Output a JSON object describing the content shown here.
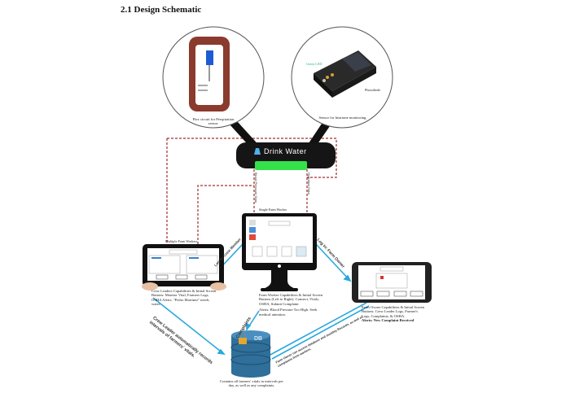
{
  "title": "2.1 Design Schematic",
  "sensors": {
    "perspiration_caption": "Flex circuit for Perspiration sensor.",
    "heartrate_caption": "Sensor for heartrate monitoring.",
    "heartrate_labels": [
      "Green LED",
      "Photodiode"
    ]
  },
  "device": {
    "brand": "Drink Water",
    "accent_color": "#35e04a"
  },
  "data_links": {
    "left": "Blood Pressure Data",
    "right": "Hydration Data"
  },
  "single_worker": {
    "label": "Single Farm Worker",
    "caption": "Farm Worker Capabilities & Initial Screen Buttons (Left to Right): Connect, Vitals, OSHA, Submit Complaint",
    "alert": "Alerts: Blood Pressure Too High. Seek medical attention."
  },
  "multiple_workers": {
    "label": "Multiple Farm Workers",
    "caption": "Crew Leaders Capabilities & Initial Screen Buttons: Monitor Vital, Farmers Logs, OSHA Alerts: \"Pedro Martinez\" needs water."
  },
  "farm_owner": {
    "caption": "Farm Owner Capabilities & Initial Screen Buttons: Crew Leader Logs, Farmer's Logs, Complaints, & OSHA.",
    "alert": "Alerts: New Complaint Received"
  },
  "arrows": {
    "crew_login": "Log In: Crew Member",
    "owner_login": "Log In: Farm Owner",
    "crew_records": "Crew Leader automatically records intervals of farmers' vitals.",
    "complaints": "Complaints",
    "owner_access": "Farm Owner can access database and monthly Records, as well as complaints from workers."
  },
  "database": {
    "icon": "DB",
    "caption": "Contains all farmers' vitals in intervals per day, as well as any complaints."
  },
  "colors": {
    "dashed": "#a0302a",
    "arrow": "#2aa7dc",
    "db": "#2f6f9a"
  }
}
